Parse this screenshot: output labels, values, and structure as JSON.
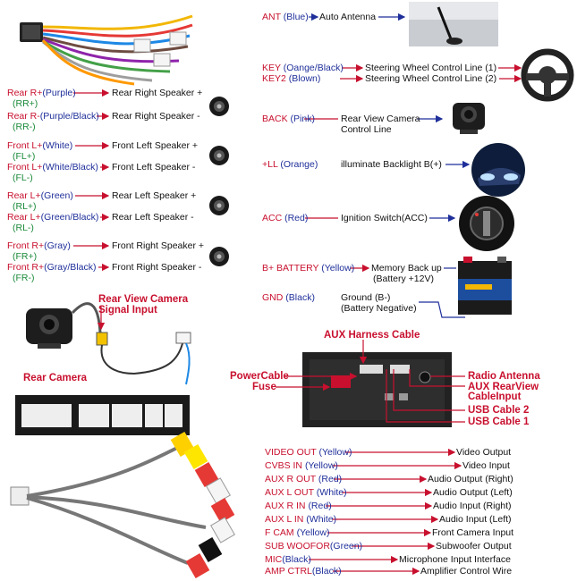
{
  "left_wires": [
    {
      "wire": "Rear R+",
      "color": "(Purple)",
      "abbr": "(RR+)",
      "dest": "Rear Right Speaker +"
    },
    {
      "wire": "Rear R-",
      "color": "(Purple/Black)",
      "abbr": "(RR-)",
      "dest": "Rear Right Speaker -"
    },
    {
      "wire": "Front L+",
      "color": "(White)",
      "abbr": "(FL+)",
      "dest": "Front Left Speaker +"
    },
    {
      "wire": "Front L+",
      "color": "(White/Black)",
      "abbr": "(FL-)",
      "dest": "Front Left Speaker -"
    },
    {
      "wire": "Rear L+",
      "color": "(Green)",
      "abbr": "(RL+)",
      "dest": "Rear Left Speaker +"
    },
    {
      "wire": "Rear L+",
      "color": "(Green/Black)",
      "abbr": "(RL-)",
      "dest": "Rear Left Speaker -"
    },
    {
      "wire": "Front R+",
      "color": "(Gray)",
      "abbr": "(FR+)",
      "dest": "Front Right Speaker +"
    },
    {
      "wire": "Front R+",
      "color": "(Gray/Black)",
      "abbr": "(FR-)",
      "dest": "Front Right Speaker -"
    }
  ],
  "right_wires": {
    "ant": {
      "wire": "ANT",
      "color": "(Blue)",
      "dest": "Auto Antenna"
    },
    "key1": {
      "wire": "KEY",
      "color": "(Oange/Black)",
      "dest": "Steering Wheel Control Line (1)"
    },
    "key2": {
      "wire": "KEY2",
      "color": "(Blown)",
      "dest": "Steering Wheel Control Line (2)"
    },
    "back": {
      "wire": "BACK",
      "color": "(Pink)",
      "dest1": "Rear View Camera",
      "dest2": "Control Line"
    },
    "ll": {
      "wire": "+LL",
      "color": "(Orange)",
      "dest": "illuminate Backlight B(+)"
    },
    "acc": {
      "wire": "ACC",
      "color": "(Red)",
      "dest": "Ignition Switch(ACC)"
    },
    "bplus": {
      "wire": "B+ BATTERY",
      "color": "(Yellow)",
      "dest1": "Memory Back up",
      "dest2": "(Battery +12V)"
    },
    "gnd": {
      "wire": "GND",
      "color": "(Black)",
      "dest1": "Ground (B-)",
      "dest2": "(Battery Negative)"
    }
  },
  "camera": {
    "input1": "Rear View Camera",
    "input2": "Signal Input",
    "label": "Rear Camera"
  },
  "harness": {
    "aux_harness": "AUX Harness Cable",
    "power": "PowerCable",
    "fuse": "Fuse",
    "radio_antenna": "Radio Antenna",
    "aux_rearview1": "AUX RearView",
    "aux_rearview2": "CableInput",
    "usb2": "USB Cable 2",
    "usb1": "USB Cable 1"
  },
  "aux_rows": [
    {
      "wire": "VIDEO OUT",
      "color": "(Yellow)",
      "dest": "Video Output"
    },
    {
      "wire": "CVBS IN",
      "color": "(Yellow)",
      "dest": "Video Input"
    },
    {
      "wire": "AUX R OUT",
      "color": "(Red)",
      "dest": "Audio Output (Right)"
    },
    {
      "wire": "AUX L OUT",
      "color": "(White)",
      "dest": "Audio Output (Left)"
    },
    {
      "wire": "AUX R IN",
      "color": "(Red)",
      "dest": "Audio Input (Right)"
    },
    {
      "wire": "AUX L IN",
      "color": "(White)",
      "dest": "Audio Input (Left)"
    },
    {
      "wire": "F CAM",
      "color": "(Yellow)",
      "dest": "Front Camera Input"
    },
    {
      "wire": "SUB WOOFOR",
      "color": "(Green)",
      "dest": "Subwoofer Output"
    },
    {
      "wire": "MIC",
      "color": "(Black)",
      "dest": "Microphone Input Interface"
    },
    {
      "wire": "AMP CTRL",
      "color": "(Black)",
      "dest": "Amplifier Control Wire"
    }
  ],
  "icons": {
    "connector": "wire-harness-icon",
    "speaker": "speaker-icon",
    "antenna": "antenna-icon",
    "steering": "steering-wheel-icon",
    "camera": "camera-icon",
    "car": "car-headlight-icon",
    "ignition": "ignition-key-icon",
    "battery": "battery-icon",
    "radio": "radio-unit-icon",
    "rca": "rca-cable-icon"
  },
  "colors": {
    "wire_red": "#c8102e",
    "wire_blue": "#1f2f9a",
    "abbr_green": "#1b8a3a"
  }
}
